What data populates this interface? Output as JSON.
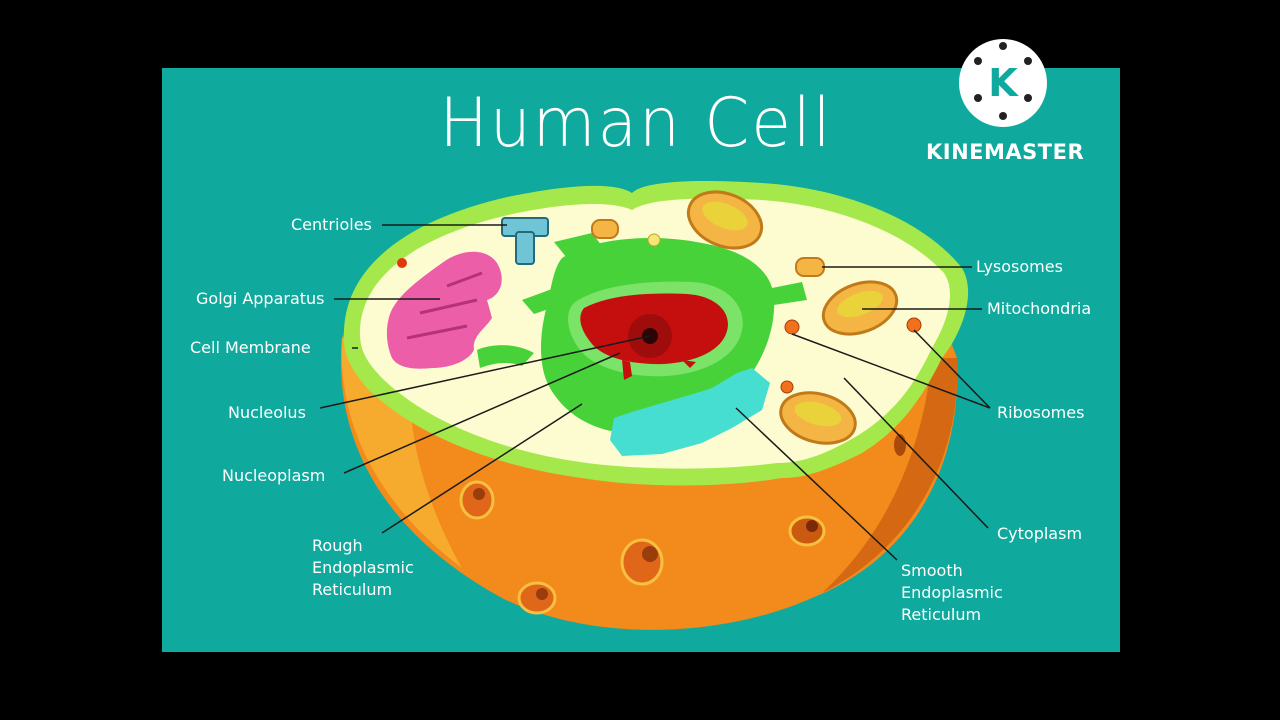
{
  "diagram": {
    "title": "Human Cell",
    "labels": {
      "centrioles": "Centrioles",
      "golgi": "Golgi Apparatus",
      "membrane": "Cell Membrane",
      "nucleolus": "Nucleolus",
      "nucleoplasm": "Nucleoplasm",
      "rough_er": "Rough\nEndoplasmic\nReticulum",
      "lysosomes": "Lysosomes",
      "mitochondria": "Mitochondria",
      "ribosomes": "Ribosomes",
      "cytoplasm": "Cytoplasm",
      "smooth_er": "Smooth\nEndoplasmic\nReticulum"
    }
  },
  "watermark": {
    "brand": "KINEMASTER",
    "logo_letter": "K"
  },
  "colors": {
    "background": "#000000",
    "panel": "#0fa99d",
    "cytoplasm": "#fdfbd0",
    "membrane": "#a5e84c",
    "outer_shell": "#f28a1c",
    "nucleus": "#48d23a",
    "nucleolus": "#c50e0e",
    "golgi": "#ec5fa8",
    "smooth_er": "#46ded0",
    "mitochondria": "#f4b544"
  }
}
